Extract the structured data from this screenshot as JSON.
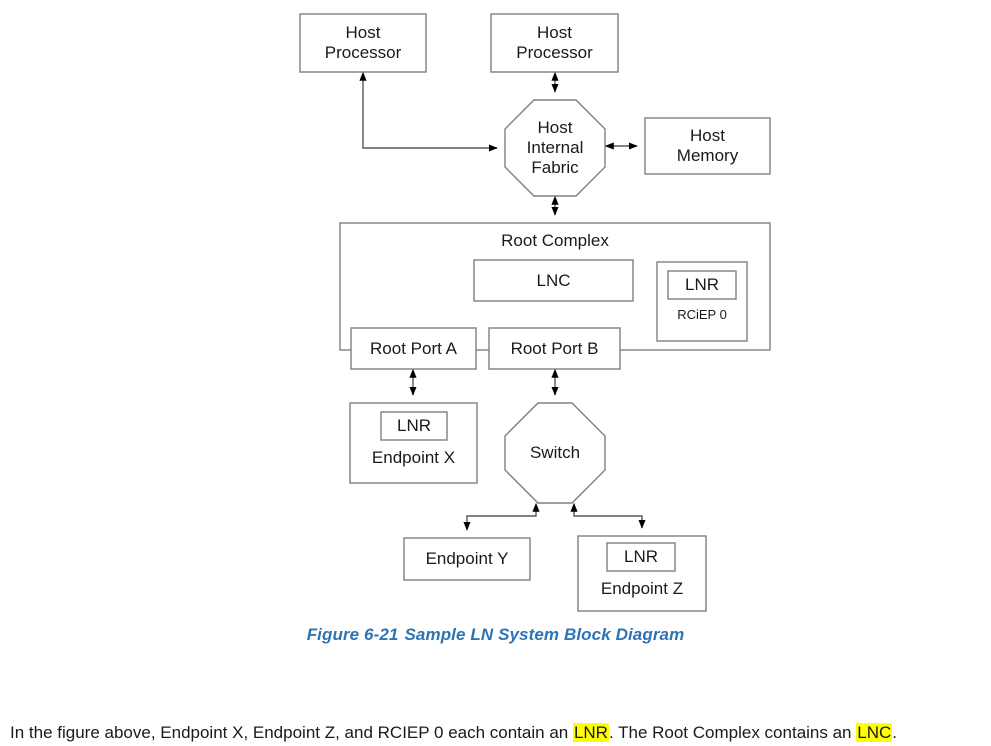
{
  "figure": {
    "caption_number": "Figure  6-21",
    "caption_title": "Sample LN System Block Diagram",
    "caption_color": "#2e74b5",
    "highlight_color": "#ffff00",
    "shape_border_color": "#808080",
    "shape_fill_color": "#ffffff",
    "connector_color": "#595959"
  },
  "nodes": {
    "host_processor_left": {
      "label": "Host\nProcessor",
      "shape": "rect"
    },
    "host_processor_right": {
      "label": "Host\nProcessor",
      "shape": "rect"
    },
    "host_internal_fabric": {
      "label": "Host\nInternal\nFabric",
      "shape": "octagon"
    },
    "host_memory": {
      "label": "Host\nMemory",
      "shape": "rect"
    },
    "root_complex": {
      "label": "Root Complex",
      "shape": "rect"
    },
    "lnc": {
      "label": "LNC",
      "shape": "rect"
    },
    "rciep0": {
      "label": "RCiEP 0",
      "shape": "rect"
    },
    "rciep0_lnr": {
      "label": "LNR",
      "shape": "rect"
    },
    "root_port_a": {
      "label": "Root Port A",
      "shape": "rect"
    },
    "root_port_b": {
      "label": "Root Port B",
      "shape": "rect"
    },
    "endpoint_x": {
      "label": "Endpoint X",
      "shape": "rect"
    },
    "endpoint_x_lnr": {
      "label": "LNR",
      "shape": "rect"
    },
    "switch": {
      "label": "Switch",
      "shape": "octagon"
    },
    "endpoint_y": {
      "label": "Endpoint Y",
      "shape": "rect"
    },
    "endpoint_z": {
      "label": "Endpoint Z",
      "shape": "rect"
    },
    "endpoint_z_lnr": {
      "label": "LNR",
      "shape": "rect"
    }
  },
  "body_text": {
    "part1": "In the figure above, Endpoint X, Endpoint Z, and RCIEP 0 each contain an ",
    "term1": "LNR",
    "part2": ". The Root Complex contains an ",
    "term2": "LNC",
    "part3": "."
  }
}
